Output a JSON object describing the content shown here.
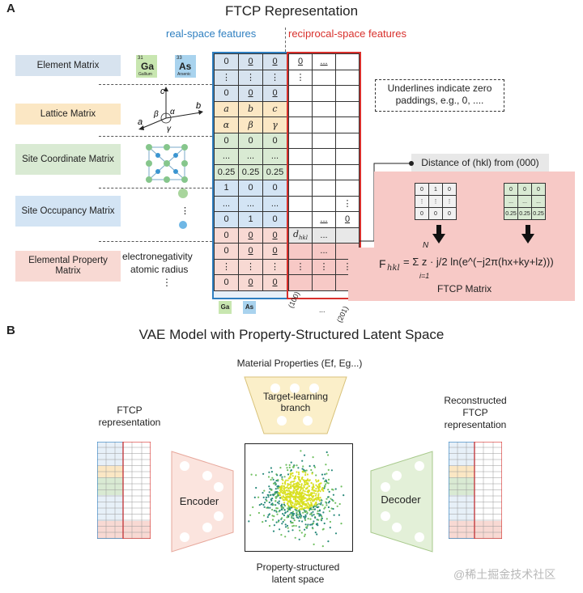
{
  "panel_a": {
    "letter": "A",
    "title": "FTCP Representation",
    "real_space_label": "real-space features",
    "reciprocal_space_label": "reciprocal-space features",
    "row_labels": {
      "element": "Element Matrix",
      "lattice": "Lattice Matrix",
      "site_coord": "Site Coordinate Matrix",
      "site_occ": "Site Occupancy Matrix",
      "elem_prop": "Elemental Property Matrix"
    },
    "elements": [
      {
        "number": "31",
        "symbol": "Ga",
        "name": "Gallium",
        "color": "#c8e6b0"
      },
      {
        "number": "33",
        "symbol": "As",
        "name": "Arsenic",
        "color": "#a9d3ee"
      }
    ],
    "lattice_symbols": {
      "a": "a",
      "b": "b",
      "c": "c",
      "alpha": "α",
      "beta": "β",
      "gamma": "γ"
    },
    "property_examples": [
      "electronegativity",
      "atomic radius",
      "⋮"
    ],
    "note": "Underlines indicate zero paddings, e.g., 0, ....",
    "distance_label": "Distance of (hkl) from (000)",
    "formula_lhs": "F",
    "formula_sub": "hkl",
    "formula_rhs": "= Σ z · j/2 ln(e^(−j2π(hx+ky+lz)))",
    "formula_sum_top": "N",
    "formula_sum_bottom": "i=1",
    "matrix_title": "FTCP Matrix",
    "mini_left_grid": [
      [
        "0",
        "1",
        "0"
      ],
      [
        "⋮",
        "⋮",
        "⋮"
      ],
      [
        "0",
        "0",
        "0"
      ]
    ],
    "mini_right_grid": [
      [
        "0",
        "0",
        "0"
      ],
      [
        "...",
        "...",
        "..."
      ],
      [
        "0.25",
        "0.25",
        "0.25"
      ]
    ],
    "real_rows": [
      [
        "0",
        "0",
        "0"
      ],
      [
        "⋮",
        "⋮",
        "⋮"
      ],
      [
        "0",
        "0",
        "0"
      ],
      [
        "a",
        "b",
        "c"
      ],
      [
        "α",
        "β",
        "γ"
      ],
      [
        "0",
        "0",
        "0"
      ],
      [
        "...",
        "...",
        "..."
      ],
      [
        "0.25",
        "0.25",
        "0.25"
      ],
      [
        "1",
        "0",
        "0"
      ],
      [
        "...",
        "...",
        "..."
      ],
      [
        "0",
        "1",
        "0"
      ],
      [
        "0",
        "0",
        "0"
      ],
      [
        "0",
        "0",
        "0"
      ],
      [
        "⋮",
        "⋮",
        "⋮"
      ],
      [
        "0",
        "0",
        "0"
      ]
    ],
    "reciprocal_first_row": [
      "0",
      "...",
      ""
    ],
    "reciprocal_vdots": "⋮",
    "reciprocal_dhkl": "d",
    "reciprocal_dhkl_sub": "hkl",
    "reciprocal_dots": "...",
    "reciprocal_zero": "0",
    "x_labels": [
      "(100)",
      "...",
      "(201)"
    ],
    "colors": {
      "blue": "#2f7fc0",
      "red": "#d8302c",
      "pink": "#f7c9c6",
      "element_row": "#d7e3ef",
      "lattice_row": "#fbe7c4",
      "site_coord_row": "#d9ead3",
      "site_occ_row": "#d3e4f4",
      "elem_prop_row": "#f8d9d3"
    }
  },
  "panel_b": {
    "letter": "B",
    "title": "VAE Model with Property-Structured Latent Space",
    "material_properties": "Material Properties (Ef, Eg...)",
    "target_branch": "Target-learning branch",
    "ftcp_left": "FTCP representation",
    "ftcp_right": "Reconstructed FTCP representation",
    "encoder": "Encoder",
    "decoder": "Decoder",
    "latent_label": "Property-structured latent space",
    "watermark": "@稀土掘金技术社区",
    "colors": {
      "encoder_fill": "#fbe4de",
      "decoder_fill": "#e3f0d8",
      "branch_fill": "#fbefc9",
      "scatter_a": "#2a8a7c",
      "scatter_b": "#d9e021"
    }
  }
}
